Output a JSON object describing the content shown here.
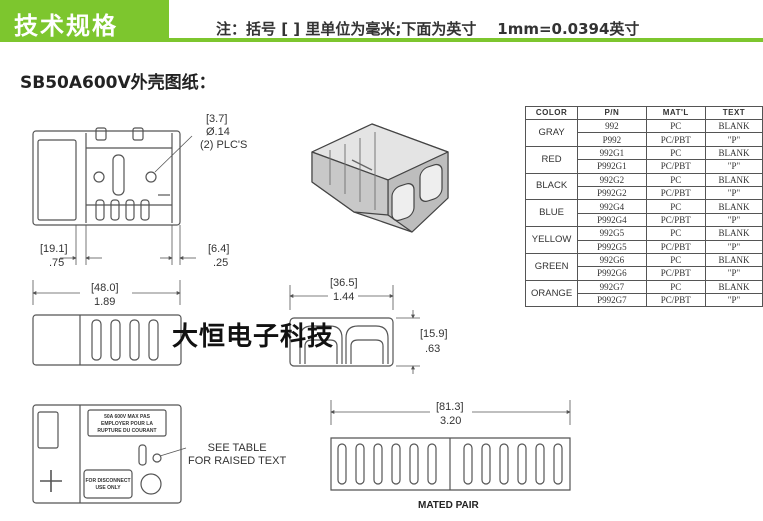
{
  "header": {
    "title": "技术规格",
    "note": "注：括号 [ ] 里单位为毫米;下面为英寸    1mm=0.0394英寸"
  },
  "subtitle": "SB50A600V外壳图纸：",
  "watermark": "大恒电子科技",
  "dimensions": {
    "hole_mm": "[3.7]",
    "hole_in": "Ø.14",
    "hole_count": "(2) PLC'S",
    "w1_mm": "[19.1]",
    "w1_in": ".75",
    "w2_mm": "[6.4]",
    "w2_in": ".25",
    "len_mm": "[48.0]",
    "len_in": "1.89",
    "front_w_mm": "[36.5]",
    "front_w_in": "1.44",
    "front_h_mm": "[15.9]",
    "front_h_in": ".63",
    "mated_mm": "[81.3]",
    "mated_in": "3.20"
  },
  "housing_text": {
    "line1": "50A 600V MAX PAS",
    "line2": "EMPLOYER POUR LA",
    "line3": "RUPTURE DU COURANT",
    "disconnect1": "FOR DISCONNECT",
    "disconnect2": "USE ONLY"
  },
  "see_table": [
    "SEE TABLE",
    "FOR RAISED TEXT"
  ],
  "mated_pair": "MATED PAIR",
  "spec_table": {
    "headers": [
      "COLOR",
      "P/N",
      "MAT'L",
      "TEXT"
    ],
    "groups": [
      {
        "color": "GRAY",
        "rows": [
          [
            "992",
            "PC",
            "BLANK"
          ],
          [
            "P992",
            "PC/PBT",
            "\"P\""
          ]
        ]
      },
      {
        "color": "RED",
        "rows": [
          [
            "992G1",
            "PC",
            "BLANK"
          ],
          [
            "P992G1",
            "PC/PBT",
            "\"P\""
          ]
        ]
      },
      {
        "color": "BLACK",
        "rows": [
          [
            "992G2",
            "PC",
            "BLANK"
          ],
          [
            "P992G2",
            "PC/PBT",
            "\"P\""
          ]
        ]
      },
      {
        "color": "BLUE",
        "rows": [
          [
            "992G4",
            "PC",
            "BLANK"
          ],
          [
            "P992G4",
            "PC/PBT",
            "\"P\""
          ]
        ]
      },
      {
        "color": "YELLOW",
        "rows": [
          [
            "992G5",
            "PC",
            "BLANK"
          ],
          [
            "P992G5",
            "PC/PBT",
            "\"P\""
          ]
        ]
      },
      {
        "color": "GREEN",
        "rows": [
          [
            "992G6",
            "PC",
            "BLANK"
          ],
          [
            "P992G6",
            "PC/PBT",
            "\"P\""
          ]
        ]
      },
      {
        "color": "ORANGE",
        "rows": [
          [
            "992G7",
            "PC",
            "BLANK"
          ],
          [
            "P992G7",
            "PC/PBT",
            "\"P\""
          ]
        ]
      }
    ]
  },
  "colors": {
    "accent": "#7dc62e",
    "housing": "#c9c9c9",
    "line": "#555555"
  }
}
